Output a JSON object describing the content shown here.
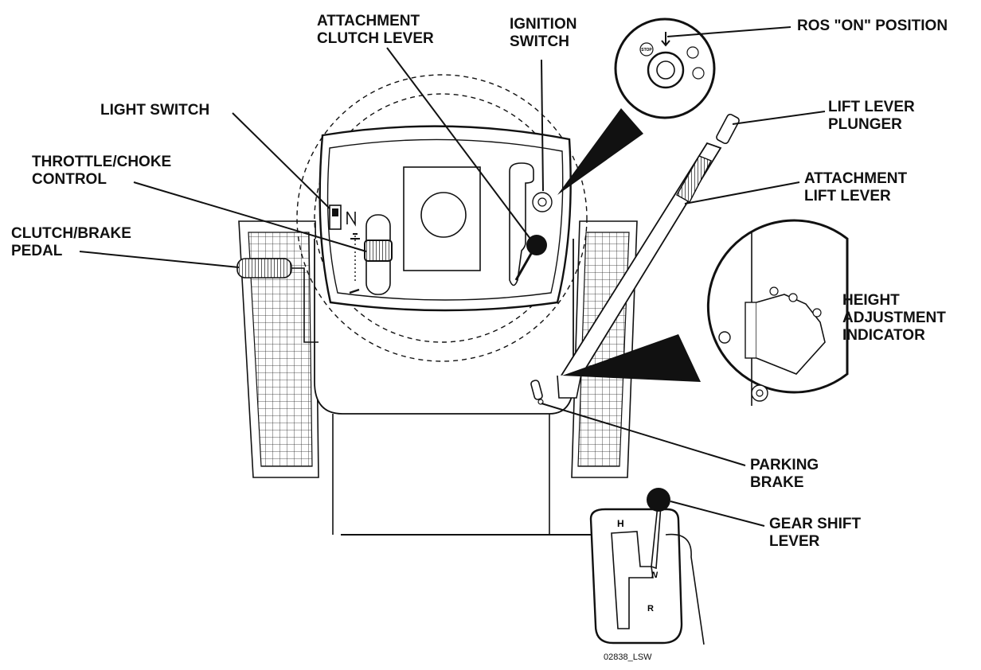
{
  "labels": {
    "attachment_clutch_lever": [
      "ATTACHMENT",
      "CLUTCH LEVER"
    ],
    "ignition_switch": [
      "IGNITION",
      "SWITCH"
    ],
    "ros_on_position": [
      "ROS \"ON\" POSITION"
    ],
    "light_switch": [
      "LIGHT SWITCH"
    ],
    "lift_lever_plunger": [
      "LIFT LEVER",
      "PLUNGER"
    ],
    "throttle_choke_control": [
      "THROTTLE/CHOKE",
      "CONTROL"
    ],
    "attachment_lift_lever": [
      "ATTACHMENT",
      "LIFT LEVER"
    ],
    "clutch_brake_pedal": [
      "CLUTCH/BRAKE",
      "PEDAL"
    ],
    "height_adjustment_indicator": [
      "HEIGHT",
      "ADJUSTMENT",
      "INDICATOR"
    ],
    "parking_brake": [
      "PARKING",
      "BRAKE"
    ],
    "gear_shift_lever": [
      "GEAR SHIFT",
      "LEVER"
    ]
  },
  "ignition_detail": {
    "stop_text": "STOP"
  },
  "gear_markings": {
    "forward": "H",
    "neutral": "N",
    "reverse": "R"
  },
  "figure_code": "02838_LSW"
}
